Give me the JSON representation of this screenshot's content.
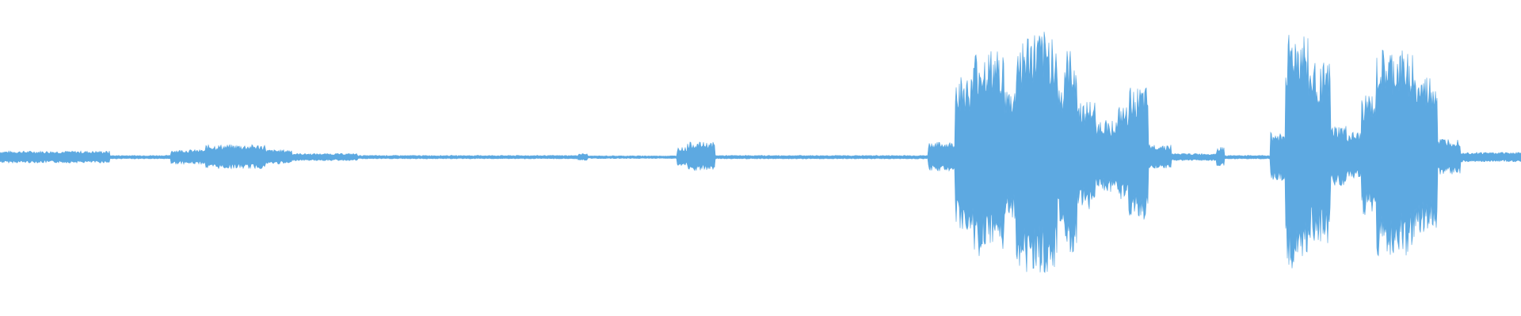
{
  "waveform": {
    "color": "#5DA9E1",
    "segments": [
      {
        "start": 0.0,
        "end": 0.072,
        "level": 0.05
      },
      {
        "start": 0.072,
        "end": 0.112,
        "level": 0.015
      },
      {
        "start": 0.112,
        "end": 0.135,
        "level": 0.06
      },
      {
        "start": 0.135,
        "end": 0.175,
        "level": 0.1
      },
      {
        "start": 0.175,
        "end": 0.192,
        "level": 0.06
      },
      {
        "start": 0.192,
        "end": 0.235,
        "level": 0.03
      },
      {
        "start": 0.235,
        "end": 0.38,
        "level": 0.015
      },
      {
        "start": 0.38,
        "end": 0.386,
        "level": 0.03
      },
      {
        "start": 0.386,
        "end": 0.445,
        "level": 0.012
      },
      {
        "start": 0.445,
        "end": 0.452,
        "level": 0.08
      },
      {
        "start": 0.452,
        "end": 0.47,
        "level": 0.12
      },
      {
        "start": 0.47,
        "end": 0.61,
        "level": 0.015
      },
      {
        "start": 0.61,
        "end": 0.628,
        "level": 0.12
      },
      {
        "start": 0.628,
        "end": 0.64,
        "level": 0.65
      },
      {
        "start": 0.64,
        "end": 0.66,
        "level": 0.85
      },
      {
        "start": 0.66,
        "end": 0.668,
        "level": 0.55
      },
      {
        "start": 0.668,
        "end": 0.675,
        "level": 0.95
      },
      {
        "start": 0.675,
        "end": 0.695,
        "level": 1.0
      },
      {
        "start": 0.695,
        "end": 0.7,
        "level": 0.6
      },
      {
        "start": 0.7,
        "end": 0.708,
        "level": 0.85
      },
      {
        "start": 0.708,
        "end": 0.72,
        "level": 0.45
      },
      {
        "start": 0.72,
        "end": 0.735,
        "level": 0.3
      },
      {
        "start": 0.735,
        "end": 0.742,
        "level": 0.4
      },
      {
        "start": 0.742,
        "end": 0.755,
        "level": 0.55
      },
      {
        "start": 0.755,
        "end": 0.77,
        "level": 0.1
      },
      {
        "start": 0.77,
        "end": 0.8,
        "level": 0.03
      },
      {
        "start": 0.8,
        "end": 0.805,
        "level": 0.08
      },
      {
        "start": 0.805,
        "end": 0.835,
        "level": 0.015
      },
      {
        "start": 0.835,
        "end": 0.845,
        "level": 0.2
      },
      {
        "start": 0.845,
        "end": 0.86,
        "level": 1.0
      },
      {
        "start": 0.86,
        "end": 0.875,
        "level": 0.75
      },
      {
        "start": 0.875,
        "end": 0.885,
        "level": 0.25
      },
      {
        "start": 0.885,
        "end": 0.895,
        "level": 0.2
      },
      {
        "start": 0.895,
        "end": 0.905,
        "level": 0.5
      },
      {
        "start": 0.905,
        "end": 0.93,
        "level": 0.85
      },
      {
        "start": 0.93,
        "end": 0.945,
        "level": 0.65
      },
      {
        "start": 0.945,
        "end": 0.96,
        "level": 0.15
      },
      {
        "start": 0.96,
        "end": 1.0,
        "level": 0.04
      }
    ]
  }
}
